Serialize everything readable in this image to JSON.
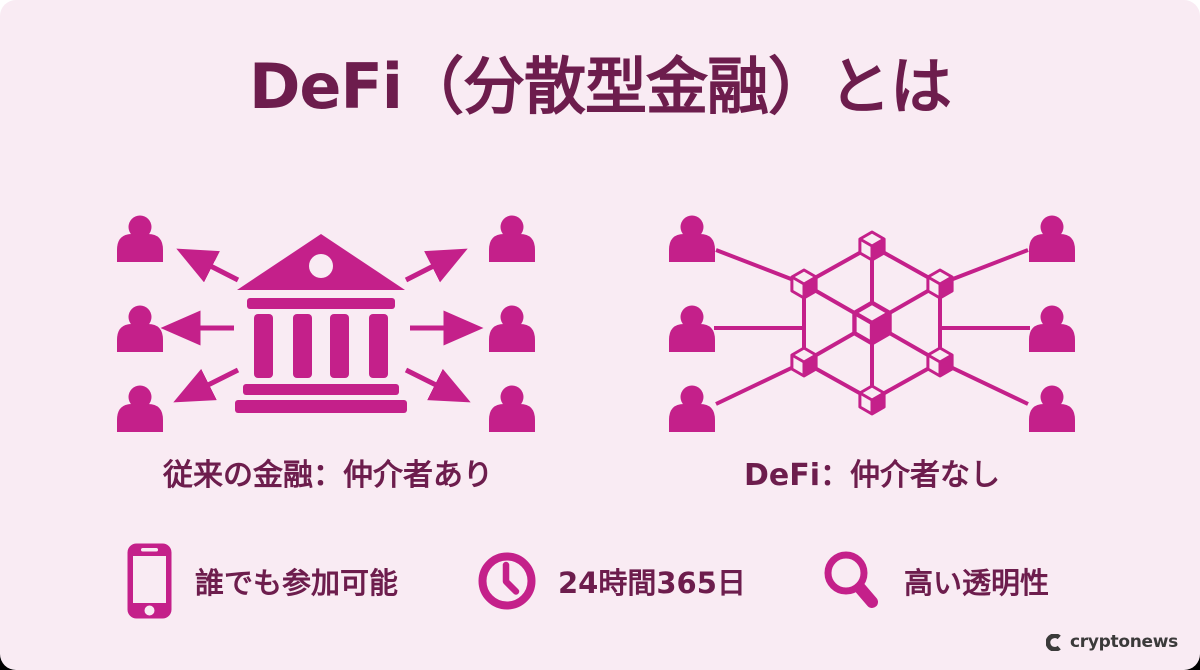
{
  "title": "DeFi（分散型金融）とは",
  "diagrams": {
    "traditional": {
      "caption": "従来の金融：仲介者あり",
      "center_icon": "bank-icon",
      "user_count": 6,
      "arrow_direction": "outward-from-bank"
    },
    "defi": {
      "caption": "DeFi：仲介者なし",
      "center_icon": "blockchain-network-icon",
      "cube_count": 7,
      "user_count": 6
    }
  },
  "features": [
    {
      "icon": "smartphone-icon",
      "label": "誰でも参加可能"
    },
    {
      "icon": "clock-icon",
      "label": "24時間365日"
    },
    {
      "icon": "magnifier-icon",
      "label": "高い透明性"
    }
  ],
  "branding": {
    "name": "cryptonews",
    "icon": "cryptonews-logo-icon"
  },
  "colors": {
    "background": "#f9ebf3",
    "accent": "#c4208a",
    "heading": "#6d1d4d",
    "brand_text": "#3b3a3a"
  }
}
